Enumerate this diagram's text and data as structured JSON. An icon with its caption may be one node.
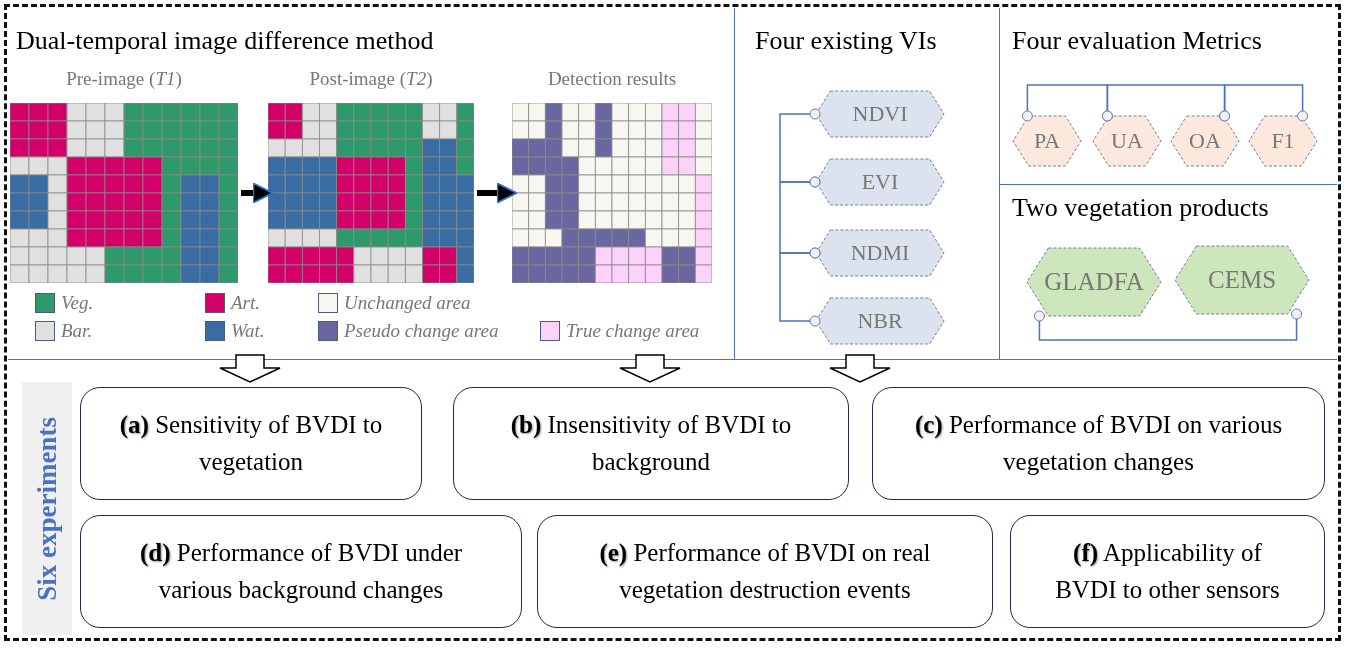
{
  "diagram": {
    "nodes": [
      {
        "text": [
          "Dual-temporal image difference method"
        ]
      },
      {
        "text": [
          "Pre-image (*T1*)"
        ],
        "in": 0
      },
      {
        "text": [
          "Post-image (*T2*)"
        ],
        "in": 0
      },
      {
        "text": [
          "Detection results"
        ],
        "in": 0
      },
      {
        "text": [
          "Four existing VIs"
        ]
      },
      {
        "text": [
          "NDVI"
        ],
        "in": 4
      },
      {
        "text": [
          "EVI"
        ],
        "in": 4
      },
      {
        "text": [
          "NDMI"
        ],
        "in": 4
      },
      {
        "text": [
          "NBR"
        ],
        "in": 4
      },
      {
        "text": [
          "Four evaluation Metrics"
        ]
      },
      {
        "text": [
          "PA"
        ],
        "in": 9
      },
      {
        "text": [
          "UA"
        ],
        "in": 9
      },
      {
        "text": [
          "OA"
        ],
        "in": 9
      },
      {
        "text": [
          "F1"
        ],
        "in": 9
      },
      {
        "text": [
          "Two vegetation products"
        ]
      },
      {
        "text": [
          "GLADFA"
        ],
        "in": 14
      },
      {
        "text": [
          "CEMS"
        ],
        "in": 14
      },
      {
        "text": [
          "Six experiments"
        ]
      },
      {
        "text": [
          "**(a)** Sensitivity of BVDI to vegetation"
        ]
      },
      {
        "text": [
          "**(b)** Insensitivity of BVDI to background"
        ]
      },
      {
        "text": [
          "**(c)** Performance of BVDI on various vegetation changes"
        ]
      },
      {
        "text": [
          "**(d)** Performance of BVDI under various background changes"
        ]
      },
      {
        "text": [
          "**(e)** Performance of BVDI on real vegetation destruction events"
        ]
      },
      {
        "text": [
          "**(f)** Applicability of BVDI to other sensors"
        ]
      }
    ],
    "edges": [
      {
        "from": 1,
        "to": 2,
        "arrow": "to",
        "style": "thick",
        "color": "#000000"
      },
      {
        "from": 2,
        "to": 3,
        "arrow": "to",
        "style": "thick",
        "color": "#000000"
      },
      {
        "from": 5,
        "to": 6,
        "arrow": "other"
      },
      {
        "from": 6,
        "to": 7,
        "arrow": "other"
      },
      {
        "from": 7,
        "to": 8,
        "arrow": "other"
      },
      {
        "from": 10,
        "to": 11,
        "arrow": "other"
      },
      {
        "from": 11,
        "to": 12,
        "arrow": "other"
      },
      {
        "from": 12,
        "to": 13,
        "arrow": "other"
      },
      {
        "from": 15,
        "to": 16,
        "arrow": "other"
      },
      {
        "from": 0,
        "to": null,
        "arrow": "to",
        "style": "thick",
        "color": "#000000"
      },
      {
        "from": 0,
        "to": null,
        "arrow": "to",
        "style": "thick",
        "color": "#000000"
      },
      {
        "from": 4,
        "to": null,
        "arrow": "to",
        "style": "thick",
        "color": "#000000"
      }
    ],
    "legend": [
      {
        "text": "Veg.",
        "color": "#2e9a6c"
      },
      {
        "text": "Art.",
        "color": "#d4006a"
      },
      {
        "text": "Unchanged area",
        "color": "#f8f6f0"
      },
      {
        "text": "Bar.",
        "color": "#e0e0e0"
      },
      {
        "text": "Wat.",
        "color": "#386ca2"
      },
      {
        "text": "Pseudo change area",
        "color": "#6a66a0"
      },
      {
        "text": "True change area",
        "color": "#fcd2fa"
      }
    ]
  }
}
